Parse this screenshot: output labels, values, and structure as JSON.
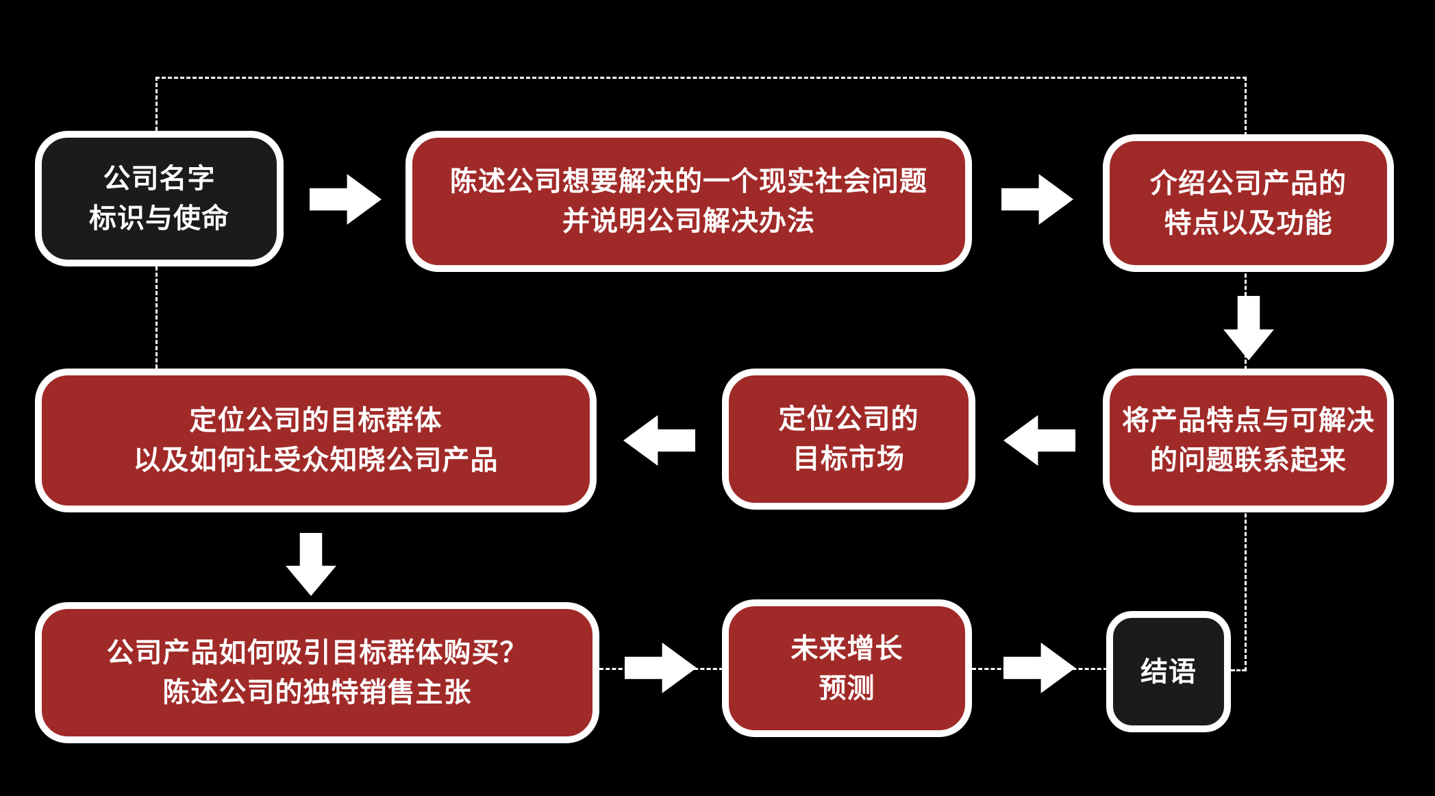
{
  "diagram": {
    "type": "flowchart",
    "colors": {
      "background": "#000000",
      "node_red": "#a02a28",
      "node_black": "#1b1b1b",
      "border": "#ffffff",
      "text": "#ffffff",
      "arrow": "#ffffff",
      "dashed_line": "#ffffff"
    },
    "nodes": [
      {
        "id": "company-name",
        "variant": "black",
        "lines": [
          "公司名字",
          "标识与使命"
        ]
      },
      {
        "id": "problem-solution",
        "variant": "red",
        "lines": [
          "陈述公司想要解决的一个现实社会问题",
          "并说明公司解决办法"
        ]
      },
      {
        "id": "product-features",
        "variant": "red",
        "lines": [
          "介绍公司产品的",
          "特点以及功能"
        ]
      },
      {
        "id": "target-audience",
        "variant": "red",
        "lines": [
          "定位公司的目标群体",
          "以及如何让受众知晓公司产品"
        ]
      },
      {
        "id": "target-market",
        "variant": "red",
        "lines": [
          "定位公司的",
          "目标市场"
        ]
      },
      {
        "id": "feature-problem-link",
        "variant": "red",
        "lines": [
          "将产品特点与可解决",
          "的问题联系起来"
        ]
      },
      {
        "id": "unique-selling-point",
        "variant": "red",
        "lines": [
          "公司产品如何吸引目标群体购买？",
          "陈述公司的独特销售主张"
        ]
      },
      {
        "id": "growth-forecast",
        "variant": "red",
        "lines": [
          "未来增长",
          "预测"
        ]
      },
      {
        "id": "conclusion",
        "variant": "black",
        "lines": [
          "结语"
        ]
      }
    ],
    "connections": [
      {
        "from": "company-name",
        "to": "problem-solution",
        "style": "solid-arrow-right"
      },
      {
        "from": "problem-solution",
        "to": "product-features",
        "style": "solid-arrow-right"
      },
      {
        "from": "product-features",
        "to": "feature-problem-link",
        "style": "solid-arrow-down"
      },
      {
        "from": "feature-problem-link",
        "to": "target-market",
        "style": "solid-arrow-left"
      },
      {
        "from": "target-market",
        "to": "target-audience",
        "style": "solid-arrow-left"
      },
      {
        "from": "target-audience",
        "to": "unique-selling-point",
        "style": "solid-arrow-down"
      },
      {
        "from": "unique-selling-point",
        "to": "growth-forecast",
        "style": "dashed-arrow-right"
      },
      {
        "from": "growth-forecast",
        "to": "conclusion",
        "style": "dashed-arrow-right"
      },
      {
        "from": "company-name",
        "to": "conclusion",
        "style": "dashed-line-around-top"
      },
      {
        "from": "company-name",
        "to": "target-audience",
        "style": "dashed-line-down"
      }
    ]
  }
}
